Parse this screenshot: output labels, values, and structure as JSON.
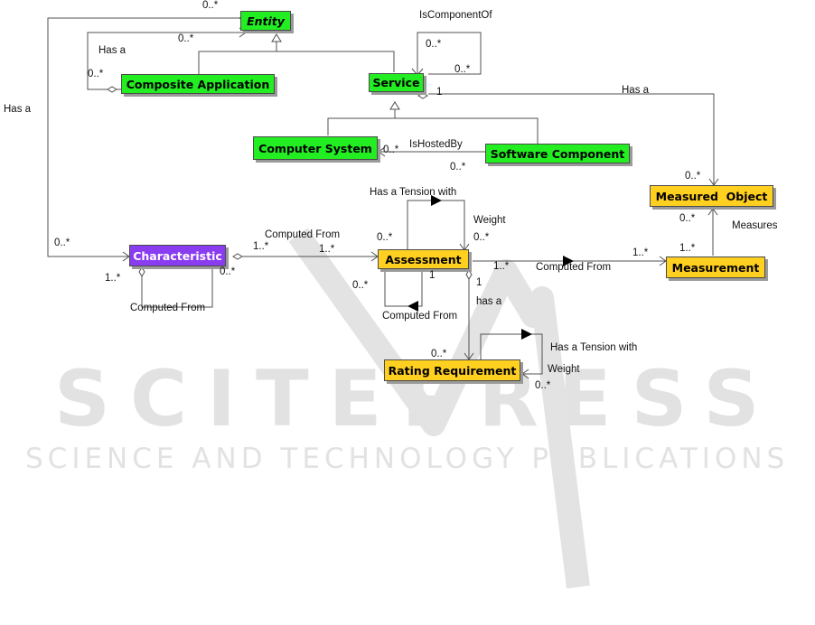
{
  "watermark": {
    "primary": "SCITEPRESS",
    "secondary": "SCIENCE AND TECHNOLOGY PUBLICATIONS"
  },
  "classes": {
    "entity": "Entity",
    "composite_application": "Composite Application",
    "service": "Service",
    "computer_system": "Computer System",
    "software_component": "Software Component",
    "measured_object": "Measured  Object",
    "characteristic": "Characteristic",
    "assessment": "Assessment",
    "measurement": "Measurement",
    "rating_requirement": "Rating Requirement"
  },
  "labels": {
    "entity_top_mult": "0..*",
    "composite_has_a": "Has a",
    "composite_has_a_mult1": "0..*",
    "composite_has_a_mult2": "0..*",
    "is_component_of": "IsComponentOf",
    "is_component_of_mult1": "0..*",
    "is_component_of_mult2": "0..*",
    "service_one": "1",
    "service_has_a": "Has a",
    "is_hosted_by": "IsHostedBy",
    "hosted_mult1": "0..*",
    "hosted_mult2": "0..*",
    "measured_mult": "0..*",
    "measures": "Measures",
    "measures_mult": "0..*",
    "left_has_a": "Has a",
    "characteristic_mult_in": "0..*",
    "computed_from_top": "Computed From",
    "char_assess_mult1": "1..*",
    "char_assess_mult2": "1..*",
    "char_assess_mult3": "0..*",
    "char_self_mult": "1..*",
    "char_computed_from": "Computed From",
    "tension_with_top": "Has a Tension with",
    "tension_mult": "0..*",
    "weight_top": "Weight",
    "weight_mult": "0..*",
    "assess_meas_mult1": "1..*",
    "assess_meas_mult2": "1..*",
    "assess_meas_computed": "Computed From",
    "measurement_mult": "1..*",
    "assess_self_mult": "0..*",
    "assess_self_one": "1",
    "assess_computed_from": "Computed From",
    "assess_one_bottom": "1",
    "has_a_rating": "has a",
    "rating_mult": "0..*",
    "rating_tension": "Has a Tension with",
    "rating_weight": "Weight",
    "rating_weight_mult": "0..*"
  }
}
